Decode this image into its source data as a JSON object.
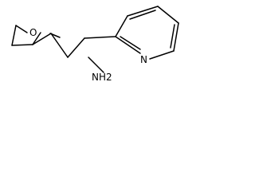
{
  "molecule": {
    "atoms": {
      "oxygen": "O",
      "nitrogen": "N",
      "amine": "NH2"
    }
  }
}
